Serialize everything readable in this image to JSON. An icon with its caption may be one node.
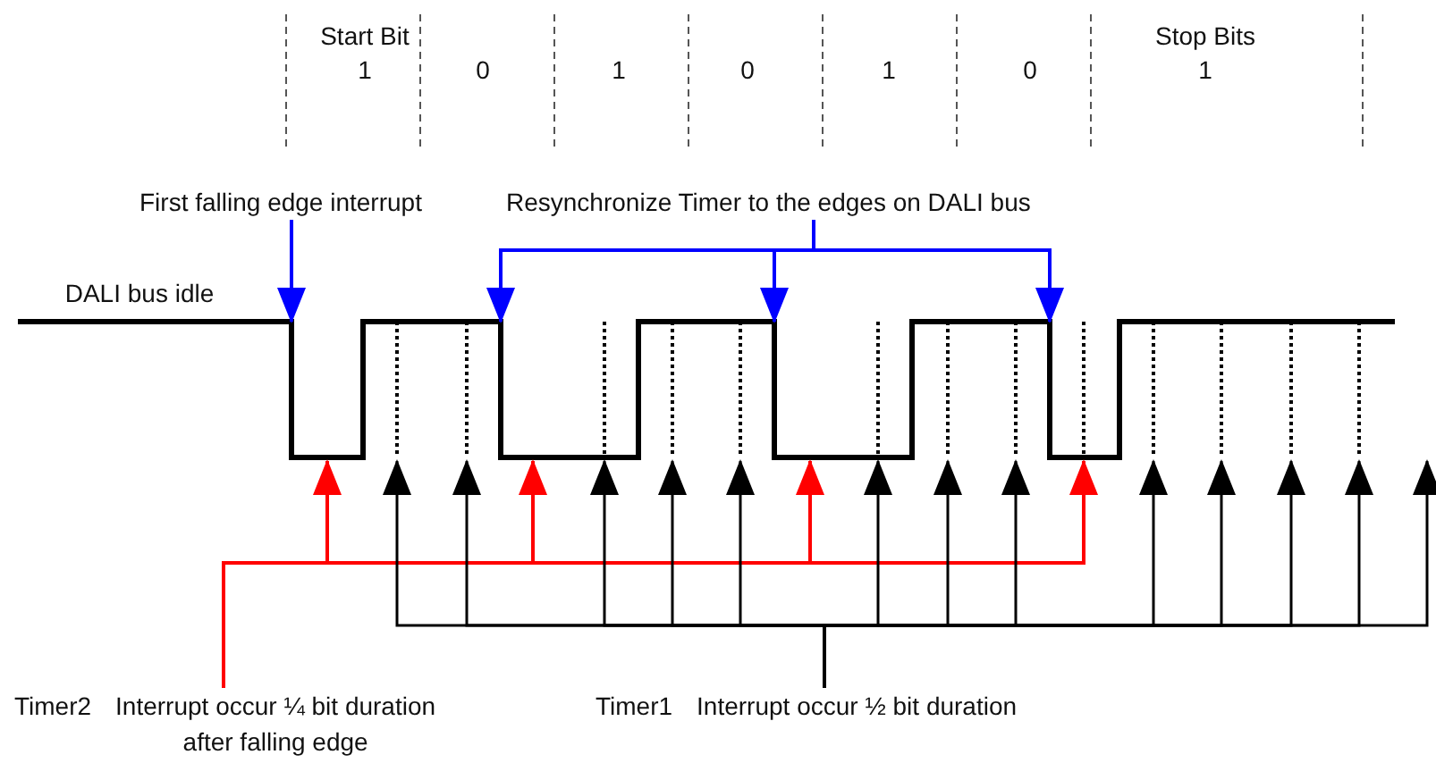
{
  "diagram": {
    "nodes": [
      {
        "text": [
          "First falling edge interrupt"
        ]
      },
      {
        "text": [
          "Resynchronize Timer to the edges on DALI bus"
        ]
      },
      {
        "text": [
          "Timer2",
          "Interrupt occur ¼ bit duration after falling edge"
        ]
      },
      {
        "text": [
          "Timer1",
          "Interrupt occur ½ bit duration"
        ]
      }
    ],
    "edges": [
      {
        "from": 0,
        "to": null,
        "arrow": "to",
        "color": "#0000ff"
      },
      {
        "from": 1,
        "to": null,
        "arrow": "to",
        "color": "#0000ff"
      },
      {
        "from": 1,
        "to": null,
        "arrow": "to",
        "color": "#0000ff"
      },
      {
        "from": 1,
        "to": null,
        "arrow": "to",
        "color": "#0000ff"
      },
      {
        "from": 2,
        "to": null,
        "arrow": "to",
        "color": "#ff0000"
      },
      {
        "from": 2,
        "to": null,
        "arrow": "to",
        "color": "#ff0000"
      },
      {
        "from": 2,
        "to": null,
        "arrow": "to",
        "color": "#ff0000"
      },
      {
        "from": 2,
        "to": null,
        "arrow": "to",
        "color": "#ff0000"
      },
      {
        "from": 3,
        "to": null,
        "arrow": "to"
      },
      {
        "from": 3,
        "to": null,
        "arrow": "to"
      },
      {
        "from": 3,
        "to": null,
        "arrow": "to"
      },
      {
        "from": 3,
        "to": null,
        "arrow": "to"
      },
      {
        "from": 3,
        "to": null,
        "arrow": "to"
      },
      {
        "from": 3,
        "to": null,
        "arrow": "to"
      },
      {
        "from": 3,
        "to": null,
        "arrow": "to"
      },
      {
        "from": 3,
        "to": null,
        "arrow": "to"
      },
      {
        "from": 3,
        "to": null,
        "arrow": "to"
      },
      {
        "from": 3,
        "to": null,
        "arrow": "to"
      },
      {
        "from": 3,
        "to": null,
        "arrow": "to"
      },
      {
        "from": 3,
        "to": null,
        "arrow": "to"
      },
      {
        "from": 3,
        "to": null,
        "arrow": "to"
      }
    ],
    "labels": [
      "Start Bit",
      "1",
      "0",
      "1",
      "0",
      "1",
      "0",
      "Stop Bits",
      "1",
      "DALI bus idle"
    ]
  }
}
